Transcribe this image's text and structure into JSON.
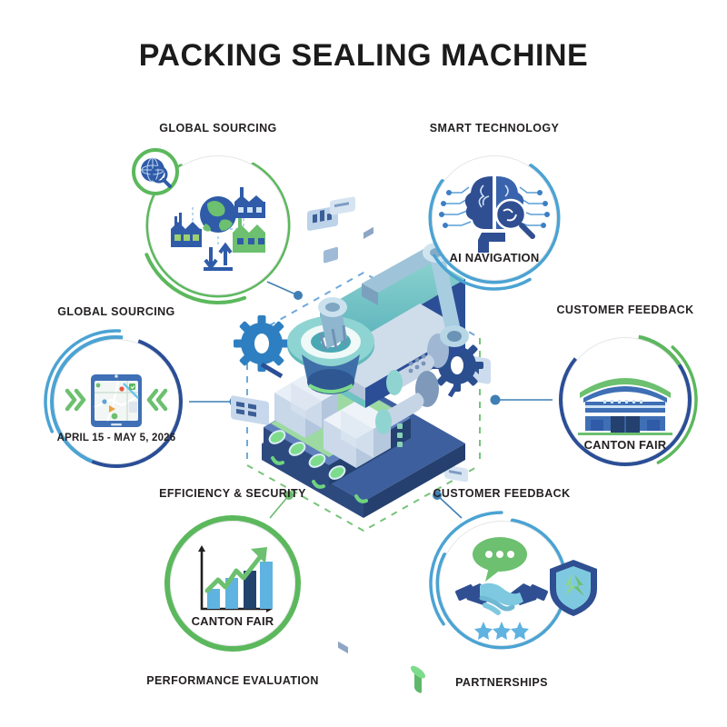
{
  "header": {
    "title": "PACKING SEALING MACHINE"
  },
  "theme": {
    "green": "#5cb85c",
    "light_blue": "#4ba3d3",
    "navy": "#2b4e96",
    "dark_navy": "#23436f",
    "text": "#231f20",
    "background": "#ffffff",
    "dash_blue": "#6fa8dc",
    "dash_green": "#76c47a"
  },
  "center": {
    "name": "packing-sealing-machine-illustration",
    "hexagon_outline": "dashed",
    "hexagon_top_color": "#6fa8dc",
    "hexagon_bottom_color": "#76c47a"
  },
  "nodes": [
    {
      "id": "global-sourcing-top",
      "title": "GLOBAL SOURCING",
      "title_position": "above",
      "inner_label": "",
      "ring_style": "green",
      "icon": "globe-factories-icon",
      "badge": "globe-magnifier-badge"
    },
    {
      "id": "smart-technology",
      "title": "SMART TECHNOLOGY",
      "title_position": "above",
      "inner_label": "AI NAVIGATION",
      "ring_style": "light-blue",
      "icon": "ai-brain-circuit-icon",
      "badge": ""
    },
    {
      "id": "global-sourcing-left",
      "title": "GLOBAL SOURCING",
      "title_position": "above",
      "inner_label": "APRIL 15 - MAY 5, 2026",
      "ring_style": "navy-lightblue",
      "icon": "tablet-map-navigation-icon",
      "badge": ""
    },
    {
      "id": "customer-feedback-right",
      "title": "CUSTOMER FEEDBACK",
      "title_position": "above",
      "inner_label": "CANTON FAIR",
      "ring_style": "navy-green",
      "icon": "exhibition-hall-icon",
      "badge": ""
    },
    {
      "id": "efficiency-security",
      "title": "EFFICIENCY & SECURITY",
      "title_position": "above",
      "sub_title": "PERFORMANCE EVALUATION",
      "inner_label": "CANTON FAIR",
      "ring_style": "green",
      "icon": "growth-bar-chart-icon",
      "badge": ""
    },
    {
      "id": "customer-feedback-bottom",
      "title": "CUSTOMER FEEDBACK",
      "title_position": "above",
      "sub_title": "PARTNERSHIPS",
      "inner_label": "",
      "ring_style": "light-blue",
      "icon": "handshake-chat-shield-icon",
      "badge": ""
    }
  ]
}
